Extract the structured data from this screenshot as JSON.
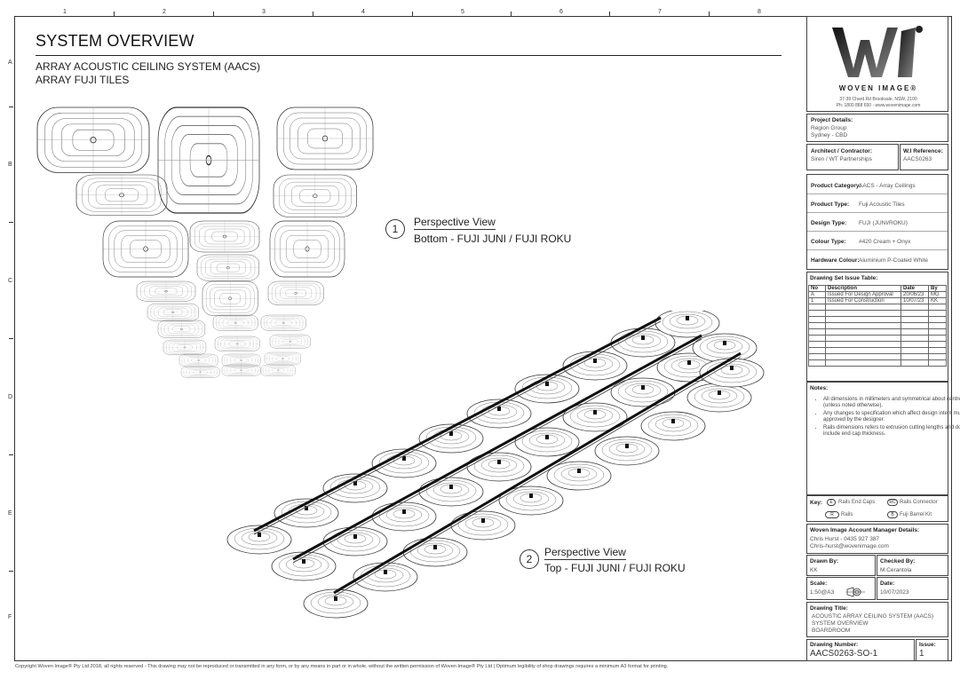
{
  "grid": {
    "columns": [
      "1",
      "2",
      "3",
      "4",
      "5",
      "6",
      "7",
      "8"
    ],
    "rows": [
      "A",
      "B",
      "C",
      "D",
      "E",
      "F"
    ]
  },
  "drawing": {
    "title": "SYSTEM OVERVIEW",
    "subtitle_line1": "ARRAY ACOUSTIC CEILING SYSTEM (AACS)",
    "subtitle_line2": "ARRAY FUJI TILES",
    "view1": {
      "number": "1",
      "name": "Perspective View",
      "subtitle": "Bottom - FUJI JUNI / FUJI ROKU"
    },
    "view2": {
      "number": "2",
      "name": "Perspective View",
      "subtitle": "Top - FUJI JUNI / FUJI ROKU"
    }
  },
  "title_block": {
    "logo_text": "WOVEN IMAGE®",
    "address_line1": "37-39 Chard Rd Brookvale, NSW, 2100",
    "address_line2": "Ph: 1800 888 650 - www.wovenimage.com",
    "project_details_label": "Project Details:",
    "project_details_line1": "Region Group",
    "project_details_line2": "Sydney - CBD",
    "architect_label": "Architect / Contractor:",
    "architect_value": "Siren / WT Partnerships",
    "wi_ref_label": "W.I Reference:",
    "wi_ref_value": "AACS0263",
    "product_category_label": "Product Category:",
    "product_category_value": "AACS - Array Ceilings",
    "product_type_label": "Product Type:",
    "product_type_value": "Fuji Acoustic Tiles",
    "design_type_label": "Design Type:",
    "design_type_value": "FUJI (JUNI/ROKU)",
    "colour_type_label": "Colour Type:",
    "colour_type_value": "#420 Cream + Onyx",
    "hardware_colour_label": "Hardware Colour:",
    "hardware_colour_value": "Aluminium P-Coated White",
    "issue_table_title": "Drawing Set Issue Table:",
    "issue_headers": [
      "No",
      "Description",
      "Date",
      "By"
    ],
    "issue_rows": [
      [
        "A",
        "Issued For Design Approval",
        "20/06/23",
        "MG"
      ],
      [
        "1",
        "Issued For Construction",
        "10/07/23",
        "KK"
      ]
    ],
    "notes_label": "Notes:",
    "notes": [
      "All dimensions in millimeters and symmetrical about centreline (unless noted otherwise).",
      "Any changes to specification which affect design intent must be approved by the designer.",
      "Rails dimensions refers to extrusion cutting lengths and does not include end cap thickness."
    ],
    "key_label": "Key:",
    "key_items": [
      {
        "symbol": "E",
        "label": "Rails End Caps"
      },
      {
        "symbol": "RC",
        "label": "Rails Connector"
      },
      {
        "symbol": "R",
        "label": "Rails"
      },
      {
        "symbol": "B",
        "label": "Fuji Barrel Kit"
      }
    ],
    "account_manager_label": "Woven Image Account Manager Details:",
    "account_manager_line1": "Chris Hurst - 0435 927 387",
    "account_manager_line2": "Chris-hurst@wovenimage.com",
    "drawn_by_label": "Drawn By:",
    "drawn_by_value": "KK",
    "checked_by_label": "Checked By:",
    "checked_by_value": "M.Cerantola",
    "scale_label": "Scale:",
    "scale_value": "1:50@A3",
    "date_label": "Date:",
    "date_value": "10/07/2023",
    "drawing_title_label": "Drawing Title:",
    "drawing_title_line1": "ACOUSTIC ARRAY CEILING SYSTEM (AACS)",
    "drawing_title_line2": "SYSTEM OVERVIEW",
    "drawing_title_line3": "BOARDROOM",
    "drawing_number_label": "Drawing Number:",
    "drawing_number_value": "AACS0263-SO-1",
    "issue_label": "Issue:",
    "issue_value": "1"
  },
  "copyright": "Copyright Woven Image® Pty Ltd 2018, all rights reserved - This drawing may not be reproduced or transmitted in any form, or by any means in part or in whole, without the written permission of Woven Image® Pty Ltd  |  Optimum legibility of shop drawings requires a minimum A3 format for printing."
}
